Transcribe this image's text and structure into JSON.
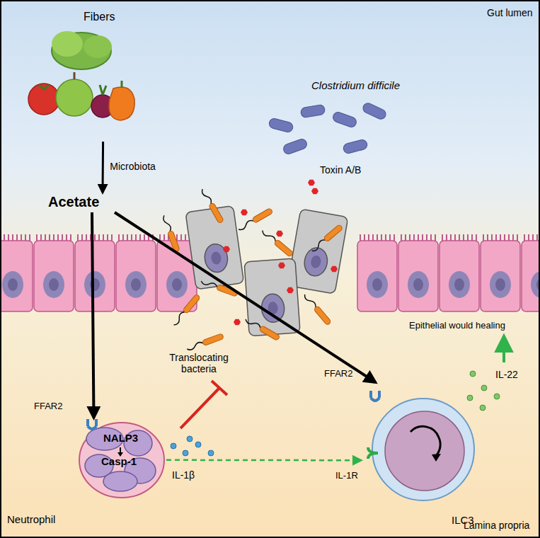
{
  "diagram": {
    "nodes": [
      {
        "text": [
          "Fibers"
        ]
      },
      {
        "text": [
          "Acetate"
        ]
      },
      {
        "text": [
          "NALP3",
          "Casp-1",
          "Neutrophil"
        ]
      },
      {
        "text": [
          "ILC3"
        ]
      }
    ],
    "edges": [
      {
        "from": 0,
        "to": 1,
        "label": "Microbiota",
        "arrow": "to"
      },
      {
        "from": 1,
        "to": 2,
        "arrow": "to"
      },
      {
        "from": 1,
        "to": 3,
        "arrow": "to"
      },
      {
        "from": 2,
        "to": 3,
        "arrow": "to"
      }
    ],
    "labels": [
      "Gut lumen",
      "Clostridium difficile",
      "Toxin A/B",
      "Translocating bacteria",
      "Epithelial would healing",
      "FFAR2",
      "FFAR2",
      "IL-1β",
      "IL-22",
      "IL-1R",
      "Lamina propria"
    ]
  }
}
